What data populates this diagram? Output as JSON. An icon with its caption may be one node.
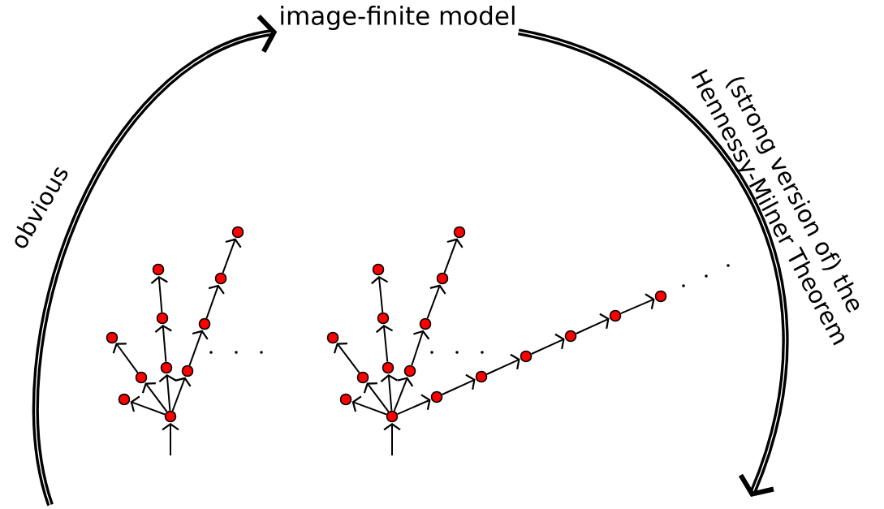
{
  "diagram": {
    "nodes": [
      {
        "text": [
          "image-finite model"
        ]
      },
      {
        "text": [],
        "shape": "circle"
      },
      {
        "text": [],
        "shape": "circle"
      },
      {
        "text": [],
        "shape": "circle"
      },
      {
        "text": [],
        "shape": "circle"
      },
      {
        "text": [],
        "shape": "circle"
      },
      {
        "text": [],
        "shape": "circle"
      },
      {
        "text": [],
        "shape": "circle"
      },
      {
        "text": [],
        "shape": "circle"
      },
      {
        "text": [],
        "shape": "circle"
      },
      {
        "text": [],
        "shape": "circle"
      },
      {
        "text": [],
        "shape": "circle"
      },
      {
        "text": [],
        "shape": "circle"
      },
      {
        "text": [],
        "shape": "circle"
      },
      {
        "text": [],
        "shape": "circle"
      },
      {
        "text": [],
        "shape": "circle"
      },
      {
        "text": [],
        "shape": "circle"
      },
      {
        "text": [],
        "shape": "circle"
      },
      {
        "text": [],
        "shape": "circle"
      },
      {
        "text": [],
        "shape": "circle"
      },
      {
        "text": [],
        "shape": "circle"
      },
      {
        "text": [],
        "shape": "circle"
      },
      {
        "text": [],
        "shape": "circle"
      },
      {
        "text": [],
        "shape": "circle"
      },
      {
        "text": [],
        "shape": "circle"
      },
      {
        "text": [],
        "shape": "circle"
      },
      {
        "text": [],
        "shape": "circle"
      },
      {
        "text": [],
        "shape": "circle"
      },
      {
        "text": [],
        "shape": "circle"
      }
    ],
    "edges": [
      {
        "from": null,
        "to": 0,
        "arrow": "to",
        "label": "obvious",
        "style": "thick"
      },
      {
        "from": 0,
        "to": null,
        "arrow": "to",
        "label": "(strong version of) the Hennessy-Milner Theorem",
        "style": "thick"
      },
      {
        "from": null,
        "to": 1,
        "arrow": "to"
      },
      {
        "from": 1,
        "to": 2,
        "arrow": "to"
      },
      {
        "from": 1,
        "to": 3,
        "arrow": "to"
      },
      {
        "from": 3,
        "to": 4,
        "arrow": "to"
      },
      {
        "from": 1,
        "to": 5,
        "arrow": "to"
      },
      {
        "from": 5,
        "to": 6,
        "arrow": "to"
      },
      {
        "from": 6,
        "to": 7,
        "arrow": "to"
      },
      {
        "from": 1,
        "to": 8,
        "arrow": "to"
      },
      {
        "from": 8,
        "to": 9,
        "arrow": "to"
      },
      {
        "from": 9,
        "to": 10,
        "arrow": "to"
      },
      {
        "from": 10,
        "to": 11,
        "arrow": "to"
      },
      {
        "from": null,
        "to": 12,
        "arrow": "to"
      },
      {
        "from": 12,
        "to": 13,
        "arrow": "to"
      },
      {
        "from": 12,
        "to": 14,
        "arrow": "to"
      },
      {
        "from": 14,
        "to": 15,
        "arrow": "to"
      },
      {
        "from": 12,
        "to": 16,
        "arrow": "to"
      },
      {
        "from": 16,
        "to": 17,
        "arrow": "to"
      },
      {
        "from": 17,
        "to": 18,
        "arrow": "to"
      },
      {
        "from": 12,
        "to": 19,
        "arrow": "to"
      },
      {
        "from": 19,
        "to": 20,
        "arrow": "to"
      },
      {
        "from": 20,
        "to": 21,
        "arrow": "to"
      },
      {
        "from": 21,
        "to": 22,
        "arrow": "to"
      },
      {
        "from": 12,
        "to": 23,
        "arrow": "to"
      },
      {
        "from": 23,
        "to": 24,
        "arrow": "to"
      },
      {
        "from": 24,
        "to": 25,
        "arrow": "to"
      },
      {
        "from": 25,
        "to": 26,
        "arrow": "to"
      },
      {
        "from": 26,
        "to": 27,
        "arrow": "to"
      },
      {
        "from": 27,
        "to": 28,
        "arrow": "to"
      }
    ]
  }
}
